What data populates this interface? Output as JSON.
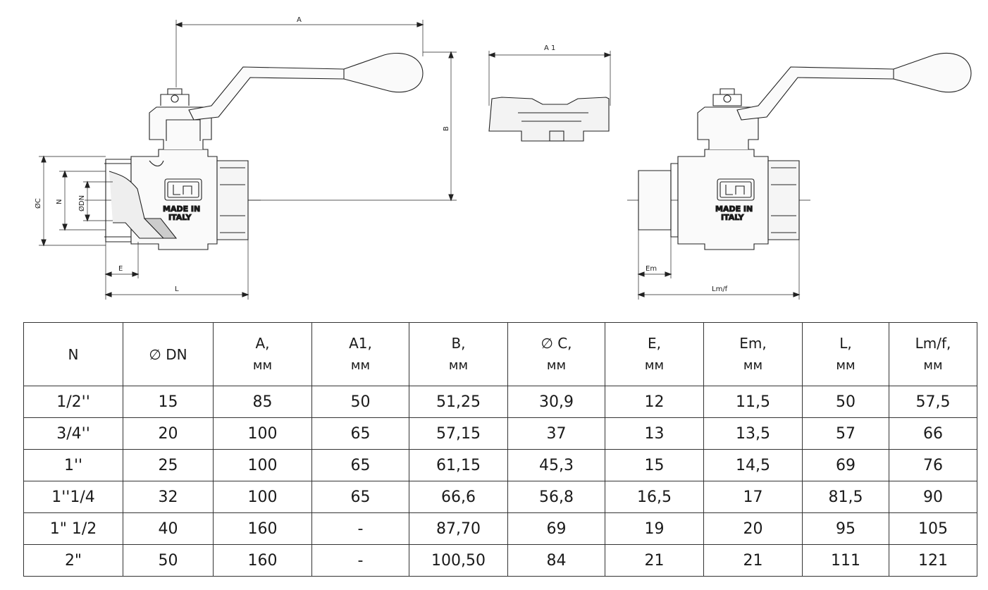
{
  "diagram": {
    "labels": {
      "A": "A",
      "A1": "A 1",
      "B": "B",
      "C": "ØC",
      "N": "N",
      "DN": "ØDN",
      "E": "E",
      "L": "L",
      "Em": "Em",
      "Lmf": "Lm/f"
    },
    "logo_text_line1": "MADE IN",
    "logo_text_line2": "ITALY",
    "logo_mark": "LN"
  },
  "table": {
    "columns": [
      {
        "name": "N",
        "unit": ""
      },
      {
        "name": "∅ DN",
        "unit": ""
      },
      {
        "name": "A,",
        "unit": "мм"
      },
      {
        "name": "A1,",
        "unit": "мм"
      },
      {
        "name": "B,",
        "unit": "мм"
      },
      {
        "name": "∅ C,",
        "unit": "мм"
      },
      {
        "name": "E,",
        "unit": "мм"
      },
      {
        "name": "Em,",
        "unit": "мм"
      },
      {
        "name": "L,",
        "unit": "мм"
      },
      {
        "name": "Lm/f,",
        "unit": "мм"
      }
    ],
    "rows": [
      [
        "1/2''",
        "15",
        "85",
        "50",
        "51,25",
        "30,9",
        "12",
        "11,5",
        "50",
        "57,5"
      ],
      [
        "3/4''",
        "20",
        "100",
        "65",
        "57,15",
        "37",
        "13",
        "13,5",
        "57",
        "66"
      ],
      [
        "1''",
        "25",
        "100",
        "65",
        "61,15",
        "45,3",
        "15",
        "14,5",
        "69",
        "76"
      ],
      [
        "1''1/4",
        "32",
        "100",
        "65",
        "66,6",
        "56,8",
        "16,5",
        "17",
        "81,5",
        "90"
      ],
      [
        "1\" 1/2",
        "40",
        "160",
        "-",
        "87,70",
        "69",
        "19",
        "20",
        "95",
        "105"
      ],
      [
        "2\"",
        "50",
        "160",
        "-",
        "100,50",
        "84",
        "21",
        "21",
        "111",
        "121"
      ]
    ]
  }
}
